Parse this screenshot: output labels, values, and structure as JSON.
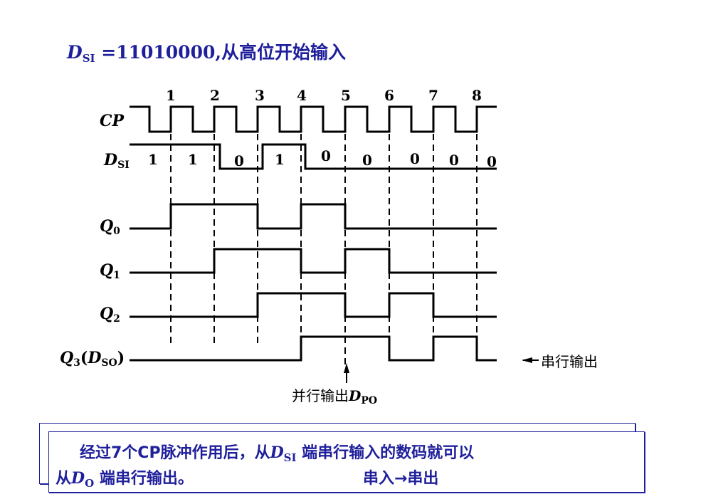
{
  "title": {
    "symbol": "D",
    "sub": "SI",
    "text": " =11010000,从高位开始输入"
  },
  "clock_numbers": [
    "1",
    "2",
    "3",
    "4",
    "5",
    "6",
    "7",
    "8"
  ],
  "signals": {
    "cp": {
      "label": "CP"
    },
    "dsi": {
      "symbol": "D",
      "sub": "SI",
      "bits": [
        "1",
        "1",
        "0",
        "1",
        "0",
        "0",
        "0",
        "0",
        "0"
      ]
    },
    "q0": {
      "symbol": "Q",
      "sub": "0",
      "levels": [
        0,
        1,
        1,
        0,
        1,
        0,
        0,
        0,
        0
      ]
    },
    "q1": {
      "symbol": "Q",
      "sub": "1",
      "levels": [
        0,
        0,
        1,
        1,
        0,
        1,
        0,
        0,
        0
      ]
    },
    "q2": {
      "symbol": "Q",
      "sub": "2",
      "levels": [
        0,
        0,
        0,
        1,
        1,
        0,
        1,
        0,
        0
      ]
    },
    "q3": {
      "symbol": "Q",
      "sub": "3",
      "paren_open": "(",
      "symbol2": "D",
      "sub2": "SO",
      "paren_close": ")",
      "levels": [
        0,
        0,
        0,
        0,
        1,
        1,
        0,
        1,
        0
      ]
    }
  },
  "serial_output_label": "串行输出",
  "parallel_output_label": {
    "text": "并行输出",
    "symbol": "D",
    "sub": "PO"
  },
  "note": {
    "line1_pre": "经过7个CP脉冲作用后，从",
    "line1_symbol": "D",
    "line1_sub": "SI",
    "line1_post": " 端串行输入的数码就可以",
    "line2_pre": "从",
    "line2_symbol": "D",
    "line2_sub": "O",
    "line2_post": " 端串行输出。",
    "line2_tail": "串入→串出"
  },
  "colors": {
    "accent": "#1f1f9c",
    "signal": "#000000"
  }
}
